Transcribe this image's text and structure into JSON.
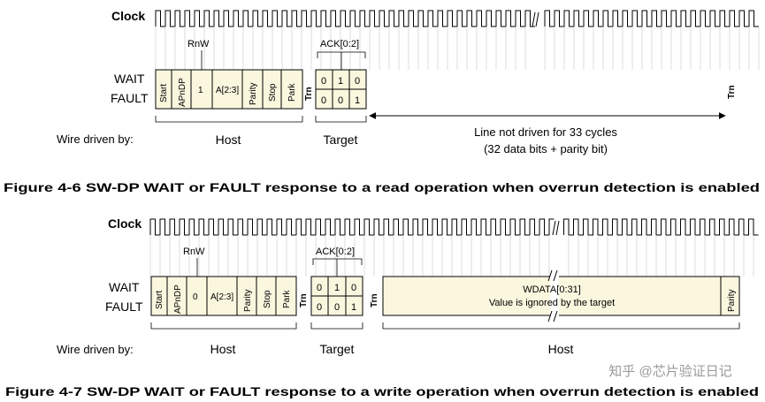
{
  "figures": [
    {
      "clock_label": "Clock",
      "rnw_label": "RnW",
      "ack_label": "ACK[0:2]",
      "signal_labels": [
        "WAIT",
        "FAULT"
      ],
      "wire_driven_label": "Wire driven by:",
      "request_fields": [
        "Start",
        "APnDP",
        "1",
        "A[2:3]",
        "Parity",
        "Stop",
        "Park"
      ],
      "trn_label": "Trn",
      "ack_rows": [
        [
          "0",
          "1",
          "0"
        ],
        [
          "0",
          "0",
          "1"
        ]
      ],
      "host_label": "Host",
      "target_label": "Target",
      "line_note": [
        "Line not driven for 33 cycles",
        "(32 data bits + parity bit)"
      ],
      "end_trn_label": "Trn",
      "caption": "Figure 4-6 SW-DP WAIT or FAULT response to a read operation when overrun detection is enabled"
    },
    {
      "clock_label": "Clock",
      "rnw_label": "RnW",
      "ack_label": "ACK[0:2]",
      "signal_labels": [
        "WAIT",
        "FAULT"
      ],
      "wire_driven_label": "Wire driven by:",
      "request_fields": [
        "Start",
        "APnDP",
        "0",
        "A[2:3]",
        "Parity",
        "Stop",
        "Park"
      ],
      "trn_label": "Trn",
      "ack_rows": [
        [
          "0",
          "1",
          "0"
        ],
        [
          "0",
          "0",
          "1"
        ]
      ],
      "second_trn_label": "Trn",
      "host_label": "Host",
      "target_label": "Target",
      "host2_label": "Host",
      "data_lines": [
        "WDATA[0:31]",
        "Value is ignored by the target"
      ],
      "data_parity_label": "Parity",
      "caption": "Figure 4-7 SW-DP WAIT or FAULT response to a write operation when overrun detection is enabled"
    }
  ],
  "watermark": "知乎 @芯片验证日记"
}
